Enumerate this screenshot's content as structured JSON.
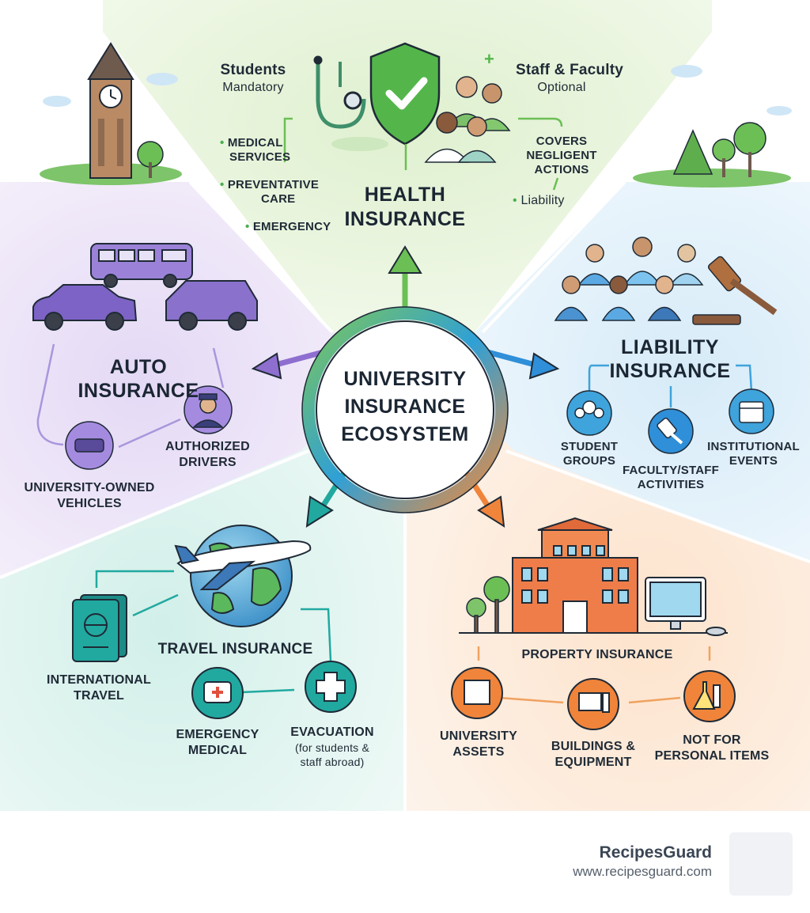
{
  "center": {
    "line1": "UNIVERSITY",
    "line2": "INSURANCE",
    "line3": "ECOSYSTEM"
  },
  "health": {
    "title_line1": "HEALTH",
    "title_line2": "INSURANCE",
    "students": "Students",
    "students_sub": "Mandatory",
    "staff": "Staff & Faculty",
    "staff_sub": "Optional",
    "medical_1": "MEDICAL",
    "medical_2": "SERVICES",
    "preventative_1": "PREVENTATIVE",
    "preventative_2": "CARE",
    "emergency": "EMERGENCY",
    "covers_1": "COVERS",
    "covers_2": "NEGLIGENT",
    "covers_3": "ACTIONS",
    "liability": "Liability"
  },
  "auto": {
    "title_line1": "AUTO",
    "title_line2": "INSURANCE",
    "drivers_1": "AUTHORIZED",
    "drivers_2": "DRIVERS",
    "vehicles_1": "UNIVERSITY-OWNED",
    "vehicles_2": "VEHICLES"
  },
  "liability": {
    "title_line1": "LIABILITY",
    "title_line2": "INSURANCE",
    "groups_1": "STUDENT",
    "groups_2": "GROUPS",
    "faculty_1": "FACULTY/STAFF",
    "faculty_2": "ACTIVITIES",
    "events_1": "INSTITUTIONAL",
    "events_2": "EVENTS"
  },
  "travel": {
    "title": "TRAVEL INSURANCE",
    "intl_1": "INTERNATIONAL",
    "intl_2": "TRAVEL",
    "medical_1": "EMERGENCY",
    "medical_2": "MEDICAL",
    "evac_1": "EVACUATION",
    "evac_2": "(for students &",
    "evac_3": "staff abroad)"
  },
  "property": {
    "title": "PROPERTY INSURANCE",
    "assets_1": "UNIVERSITY",
    "assets_2": "ASSETS",
    "buildings_1": "BUILDINGS &",
    "buildings_2": "EQUIPMENT",
    "personal_1": "NOT FOR",
    "personal_2": "PERSONAL ITEMS"
  },
  "brand": {
    "name": "RecipesGuard",
    "url": "www.recipesguard.com"
  },
  "colors": {
    "health": "#5cb85c",
    "auto": "#8e6fd0",
    "liability": "#2f8fd8",
    "travel": "#21a9a0",
    "property": "#f0843a",
    "dark": "#1f2a36"
  }
}
